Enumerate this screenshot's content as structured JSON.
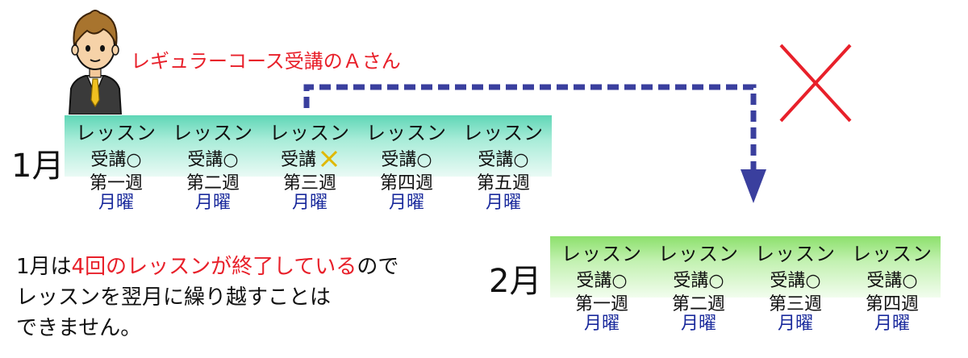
{
  "person": {
    "label": "レギュラーコース受講のＡさん"
  },
  "january": {
    "month_label": "1月",
    "columns": [
      {
        "lesson": "レッスン",
        "attend": "受講",
        "mark": "○",
        "mark_kind": "attended",
        "week": "第一週",
        "day": "月曜"
      },
      {
        "lesson": "レッスン",
        "attend": "受講",
        "mark": "○",
        "mark_kind": "attended",
        "week": "第二週",
        "day": "月曜"
      },
      {
        "lesson": "レッスン",
        "attend": "受講",
        "mark": "",
        "mark_kind": "absent",
        "week": "第三週",
        "day": "月曜"
      },
      {
        "lesson": "レッスン",
        "attend": "受講",
        "mark": "○",
        "mark_kind": "attended",
        "week": "第四週",
        "day": "月曜"
      },
      {
        "lesson": "レッスン",
        "attend": "受講",
        "mark": "○",
        "mark_kind": "attended",
        "week": "第五週",
        "day": "月曜"
      }
    ]
  },
  "february": {
    "month_label": "2月",
    "columns": [
      {
        "lesson": "レッスン",
        "attend": "受講",
        "mark": "○",
        "week": "第一週",
        "day": "月曜"
      },
      {
        "lesson": "レッスン",
        "attend": "受講",
        "mark": "○",
        "week": "第二週",
        "day": "月曜"
      },
      {
        "lesson": "レッスン",
        "attend": "受講",
        "mark": "○",
        "week": "第三週",
        "day": "月曜"
      },
      {
        "lesson": "レッスン",
        "attend": "受講",
        "mark": "○",
        "week": "第四週",
        "day": "月曜"
      }
    ]
  },
  "note": {
    "line1_prefix": "1月は",
    "line1_highlight": "4回のレッスンが終了している",
    "line1_suffix": "ので",
    "line2": "レッスンを翌月に繰り越すことは",
    "line3": "できません。"
  },
  "colors": {
    "accent_red": "#e8202a",
    "arrow_blue": "#3a3f9e",
    "day_blue": "#1a2a9c",
    "absent_mark": "#e0b800",
    "january_band": "#5fd6b6",
    "february_band": "#8ce06c"
  },
  "icons": {
    "avatar": "student-avatar-icon",
    "carry_over": "dashed-arrow",
    "not_allowed": "red-x-cross-icon",
    "absent": "yellow-x-icon"
  }
}
